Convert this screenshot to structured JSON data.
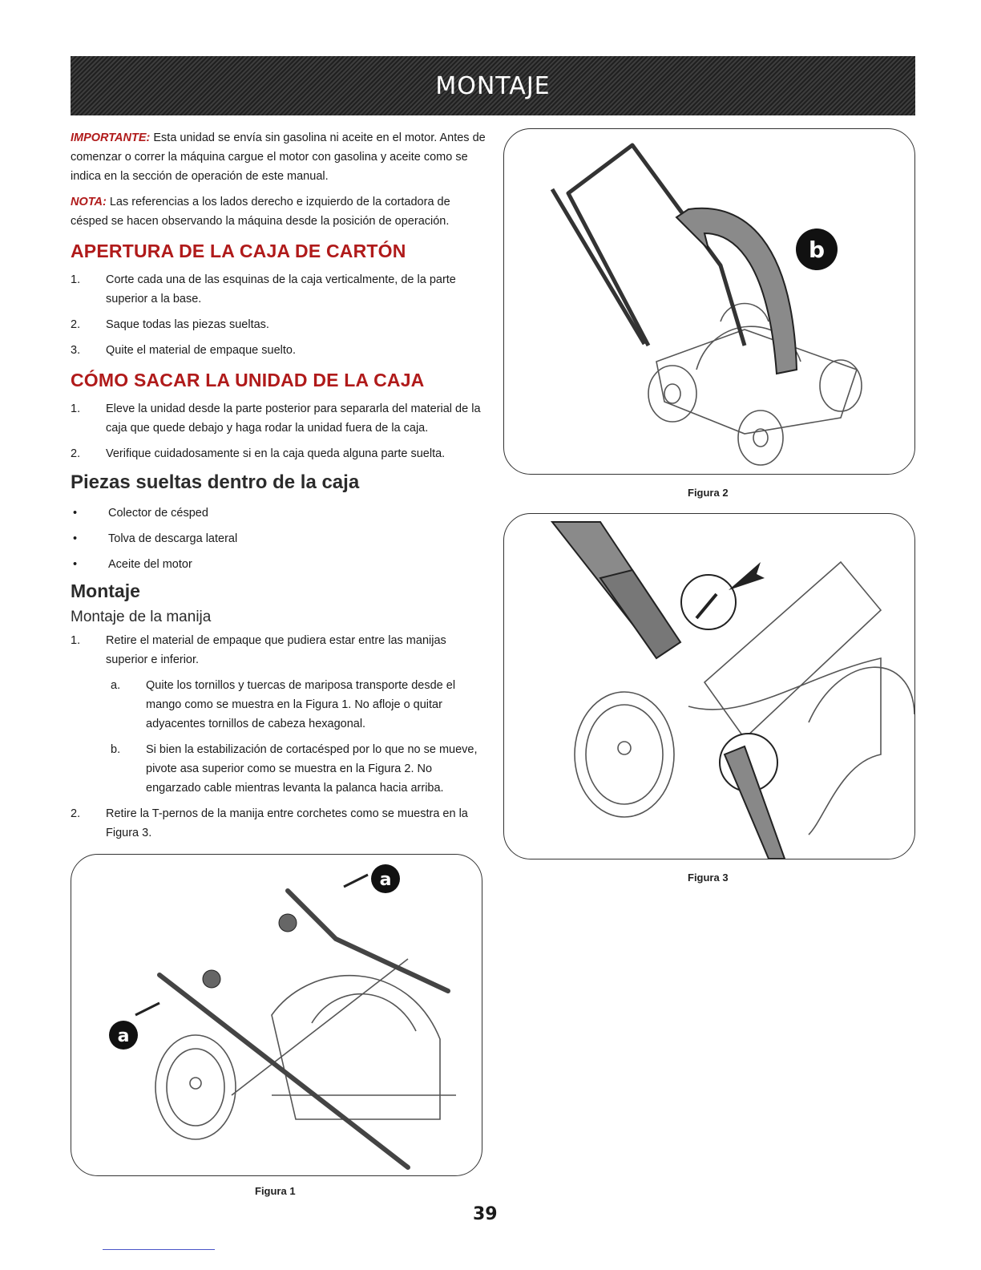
{
  "header": {
    "title": "MONTAJE"
  },
  "intro": {
    "important_label": "IMPORTANTE:",
    "important_text": " Esta unidad se envía sin gasolina ni aceite en el motor. Antes de comenzar o correr la máquina cargue el motor con gasolina y aceite como se indica en la sección de operación de este manual.",
    "note_label": "NOTA:",
    "note_text": " Las referencias a los lados derecho e izquierdo de la cortadora de césped se hacen observando la máquina desde la posición de operación."
  },
  "section_open_box": {
    "title": "APERTURA DE LA CAJA DE CARTÓN",
    "steps": [
      {
        "num": "1.",
        "text": "Corte cada una de las esquinas de la caja verticalmente, de la parte superior a la base."
      },
      {
        "num": "2.",
        "text": "Saque todas las piezas sueltas."
      },
      {
        "num": "3.",
        "text": "Quite el material de empaque suelto."
      }
    ]
  },
  "section_remove_unit": {
    "title": "CÓMO SACAR LA UNIDAD DE LA CAJA",
    "steps": [
      {
        "num": "1.",
        "text": "Eleve la unidad desde la parte posterior para separarla del material de la caja que quede debajo y haga rodar la unidad fuera de la caja."
      },
      {
        "num": "2.",
        "text": "Verifique cuidadosamente si en la caja queda alguna parte suelta."
      }
    ]
  },
  "section_loose_parts": {
    "title": "Piezas sueltas dentro de la caja",
    "bullet": "•",
    "items": [
      "Colector de césped",
      "Tolva de descarga lateral",
      "Aceite del motor"
    ]
  },
  "section_assembly": {
    "title": "Montaje",
    "subtitle": "Montaje de la manija",
    "step1": {
      "num": "1.",
      "text": "Retire el material de empaque que pudiera estar entre las manijas superior e inferior."
    },
    "substeps": [
      {
        "num": "a.",
        "text": "Quite los tornillos y tuercas de mariposa transporte desde el mango como se muestra en la Figura 1. No afloje o quitar adyacentes tornillos de cabeza hexagonal."
      },
      {
        "num": "b.",
        "text": "Si bien la estabilización de cortacésped por lo que no se mueve, pivote asa superior como se muestra en la Figura 2. No engarzado cable mientras levanta la palanca hacia arriba."
      }
    ],
    "step2": {
      "num": "2.",
      "text": "Retire la T-pernos de la manija entre corchetes como se muestra en la Figura 3."
    }
  },
  "figures": {
    "fig1": {
      "caption": "Figura 1",
      "marker": "a"
    },
    "fig2": {
      "caption": "Figura 2",
      "marker": "b"
    },
    "fig3": {
      "caption": "Figura 3"
    }
  },
  "page_number": "39",
  "colors": {
    "accent_red": "#b01a1a",
    "banner": "#2a2a2a"
  }
}
